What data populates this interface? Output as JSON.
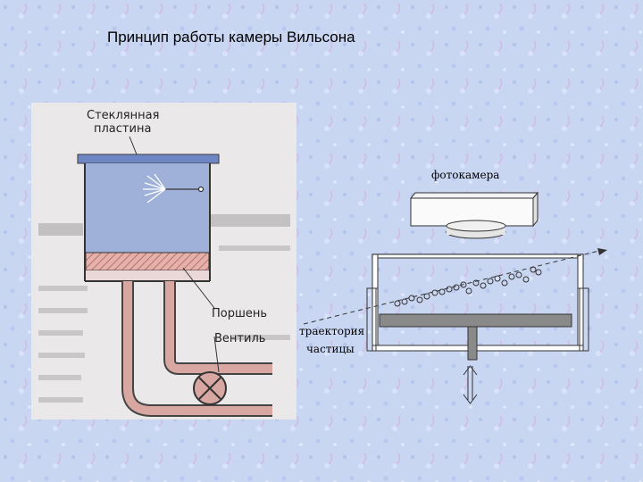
{
  "slide": {
    "title": "Принцип работы камеры Вильсона"
  },
  "left_figure": {
    "labels": {
      "glass_plate_line1": "Стеклянная",
      "glass_plate_line2": "пластина",
      "piston": "Поршень",
      "valve": "Вентиль"
    }
  },
  "right_figure": {
    "labels": {
      "camera": "фотокамера",
      "trajectory_line1": "траектория",
      "trajectory_line2": "частицы"
    }
  },
  "colors": {
    "background": "#c9d6f2",
    "chamber_gas": "#9fb1d8",
    "glass_plate": "#6f86c4",
    "pipe": "#d9a7a2",
    "piston_gray": "#8a8a8a",
    "hatch": "#e7b0a8",
    "text": "#000000"
  }
}
